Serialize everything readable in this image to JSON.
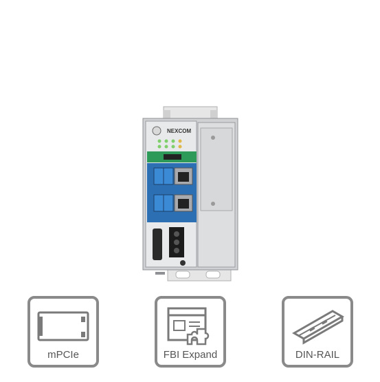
{
  "product": {
    "brand": "NEXCOM"
  },
  "features": [
    {
      "label": "mPCIe",
      "icon": "mpcie-card-icon"
    },
    {
      "label": "FBI Expand",
      "icon": "fbi-expand-icon"
    },
    {
      "label": "DIN-RAIL",
      "icon": "din-rail-icon"
    }
  ]
}
